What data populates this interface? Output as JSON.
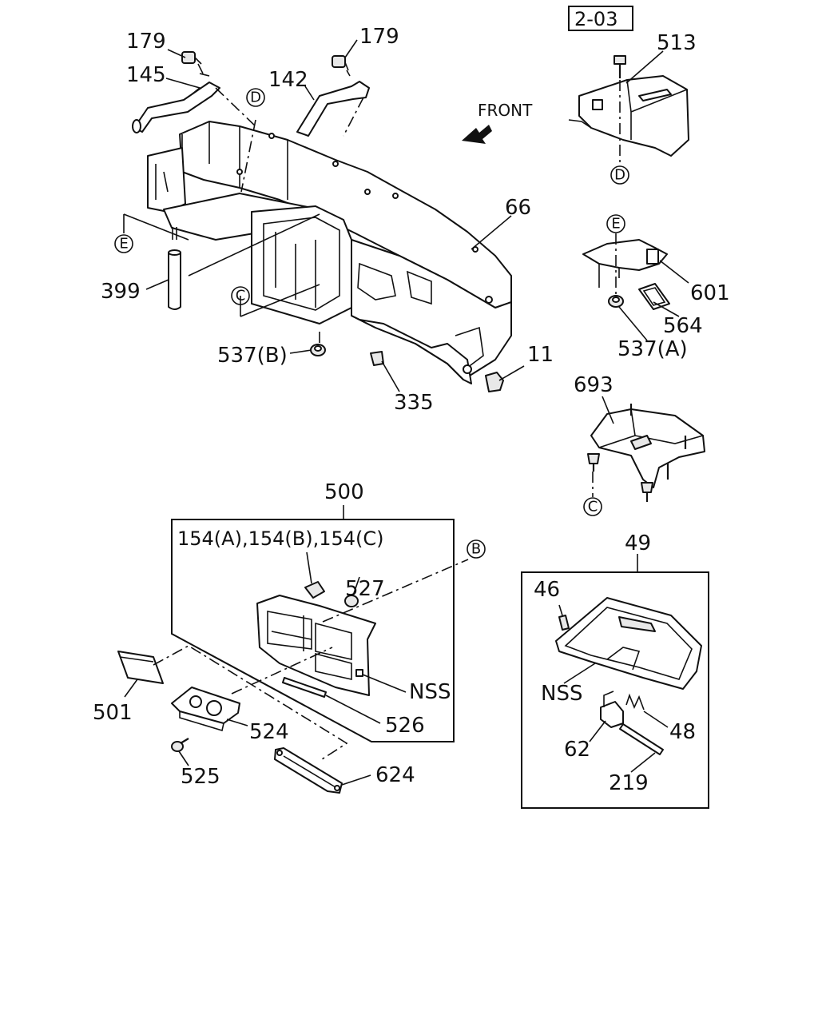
{
  "ref": "2-03",
  "front": "FRONT",
  "callouts": {
    "B": "B",
    "C": "C",
    "D": "D",
    "E": "E"
  },
  "parts": {
    "p179a": "179",
    "p179b": "179",
    "p145": "145",
    "p142": "142",
    "p66": "66",
    "p399": "399",
    "p537b": "537(B)",
    "p335": "335",
    "p11": "11",
    "p513": "513",
    "p601": "601",
    "p564": "564",
    "p537a": "537(A)",
    "p693": "693",
    "p500": "500",
    "p154": "154(A),154(B),154(C)",
    "p527": "527",
    "p501": "501",
    "p524": "524",
    "p525": "525",
    "p526": "526",
    "nss1": "NSS",
    "p624": "624",
    "p49": "49",
    "p46": "46",
    "nss2": "NSS",
    "p48": "48",
    "p62": "62",
    "p219": "219"
  }
}
